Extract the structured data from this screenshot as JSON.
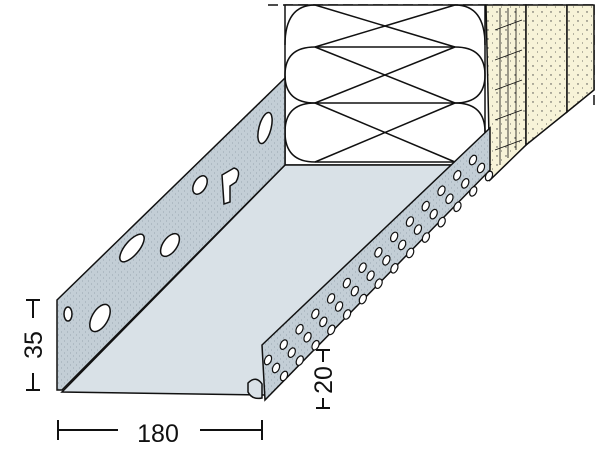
{
  "dimensions": {
    "height_left": "35",
    "width_base": "180",
    "height_front": "20"
  },
  "colors": {
    "profile": "#c3ced6",
    "base": "#d9e1e7",
    "plaster": "#f7f3d8",
    "line": "#111111"
  }
}
